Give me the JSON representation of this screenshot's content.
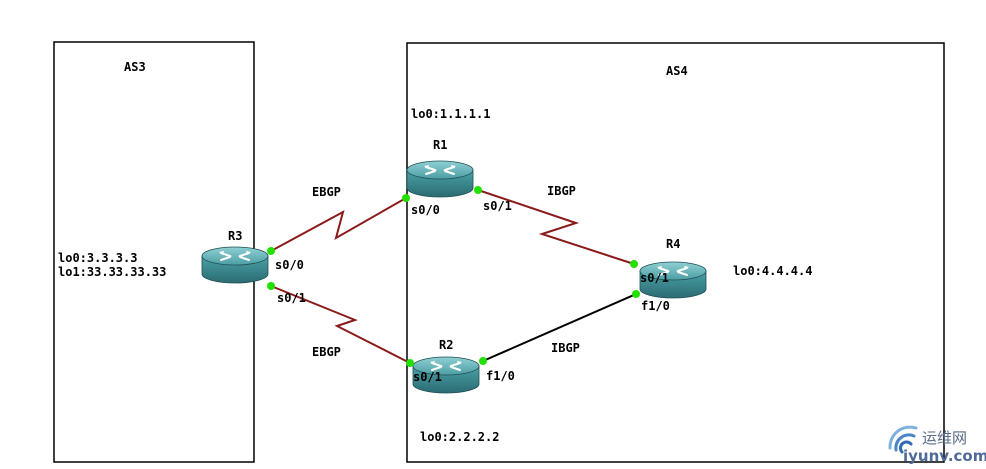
{
  "areas": {
    "as3": {
      "label": "AS3"
    },
    "as4": {
      "label": "AS4"
    }
  },
  "routers": {
    "r1": {
      "name": "R1",
      "loopback": "lo0:1.1.1.1",
      "if_a": "s0/0",
      "if_b": "s0/1"
    },
    "r2": {
      "name": "R2",
      "loopback": "lo0:2.2.2.2",
      "if_a": "s0/1",
      "if_b": "f1/0"
    },
    "r3": {
      "name": "R3",
      "loopback": "lo0:3.3.3.3",
      "loopback2": "lo1:33.33.33.33",
      "if_a": "s0/0",
      "if_b": "s0/1"
    },
    "r4": {
      "name": "R4",
      "loopback": "lo0:4.4.4.4",
      "if_a": "s0/1",
      "if_b": "f1/0"
    }
  },
  "links": {
    "r3_r1": {
      "protocol": "EBGP"
    },
    "r3_r2": {
      "protocol": "EBGP"
    },
    "r1_r4": {
      "protocol": "IBGP"
    },
    "r2_r4": {
      "protocol": "IBGP"
    }
  },
  "colors": {
    "serial_link": "#8b1a1a",
    "ethernet_link": "#000000",
    "port_dot": "#22e000",
    "router_body": "#3f8c93"
  },
  "watermark": {
    "chinese": "运维网",
    "domain": "iyunv.com"
  }
}
